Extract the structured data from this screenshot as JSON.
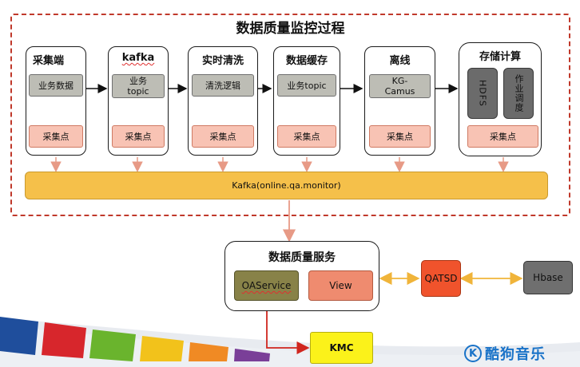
{
  "title": "数据质量监控过程",
  "stages": [
    {
      "title": "采集端",
      "inner": "业务数据",
      "point": "采集点"
    },
    {
      "title": "kafka",
      "inner_line1": "业务",
      "inner_line2": "topic",
      "point": "采集点"
    },
    {
      "title": "实时清洗",
      "inner": "清洗逻辑",
      "point": "采集点"
    },
    {
      "title": "数据缓存",
      "inner": "业务topic",
      "point": "采集点"
    },
    {
      "title": "离线",
      "inner_line1": "KG-",
      "inner_line2": "Camus",
      "point": "采集点"
    },
    {
      "title": "存储计算",
      "box1": "HDFS",
      "box2": "作业调度",
      "point": "采集点"
    }
  ],
  "kafka_bar": "Kafka(online.qa.monitor)",
  "service": {
    "title": "数据质量服务",
    "oaservice": "OAService",
    "view": "View"
  },
  "qatsd": "QATSD",
  "hbase": "Hbase",
  "kmc": "KMC",
  "logo": {
    "letter": "K",
    "text": "酷狗音乐"
  },
  "colors": {
    "frame_border": "#c0392b",
    "kafka_bar": "#f5c04a",
    "collect_point": "#f8c3b4",
    "oaservice": "#888248",
    "view": "#ef8b6f",
    "qatsd": "#f0532c",
    "hbase": "#6f6f6f",
    "kmc": "#fbf21a",
    "logo": "#1a73c8"
  }
}
